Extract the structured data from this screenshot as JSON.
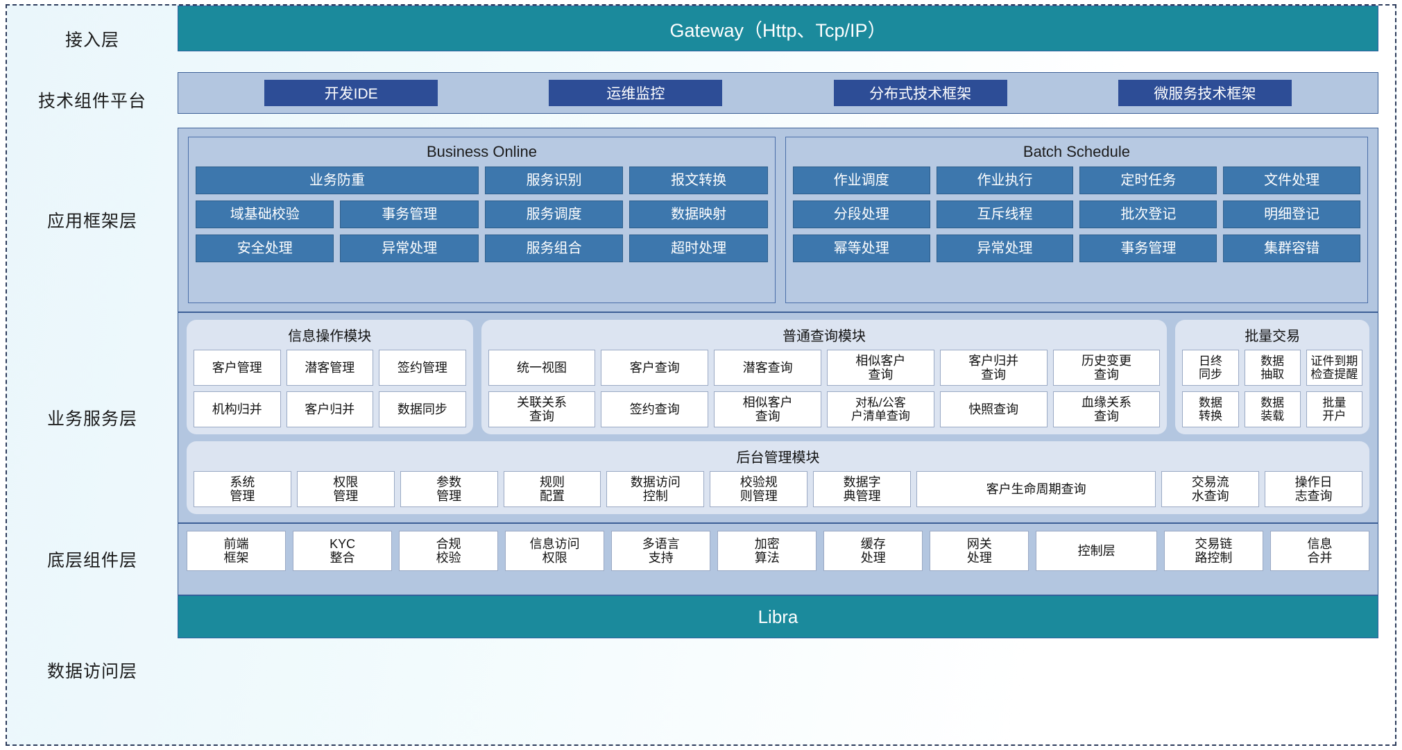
{
  "layers": {
    "access": {
      "label": "接入层",
      "bar": "Gateway（Http、Tcp/IP）"
    },
    "tech": {
      "label": "技术组件平台",
      "chips": [
        "开发IDE",
        "运维监控",
        "分布式技术框架",
        "微服务技术框架"
      ]
    },
    "app": {
      "label": "应用框架层",
      "online": {
        "title": "Business Online",
        "cells": [
          "业务防重",
          "服务识别",
          "报文转换",
          "域基础校验",
          "事务管理",
          "服务调度",
          "数据映射",
          "安全处理",
          "异常处理",
          "服务组合",
          "超时处理"
        ]
      },
      "batch": {
        "title": "Batch Schedule",
        "cells": [
          "作业调度",
          "作业执行",
          "定时任务",
          "文件处理",
          "分段处理",
          "互斥线程",
          "批次登记",
          "明细登记",
          "幂等处理",
          "异常处理",
          "事务管理",
          "集群容错"
        ]
      }
    },
    "service": {
      "label": "业务服务层",
      "info": {
        "title": "信息操作模块",
        "cells": [
          "客户管理",
          "潜客管理",
          "签约管理",
          "机构归并",
          "客户归并",
          "数据同步"
        ]
      },
      "query": {
        "title": "普通查询模块",
        "cells": [
          "统一视图",
          "客户查询",
          "潜客查询",
          "相似客户\n查询",
          "客户归并\n查询",
          "历史变更\n查询",
          "关联关系\n查询",
          "签约查询",
          "相似客户\n查询",
          "对私/公客\n户清单查询",
          "快照查询",
          "血缘关系\n查询"
        ]
      },
      "batch": {
        "title": "批量交易",
        "cells": [
          "日终\n同步",
          "数据\n抽取",
          "证件到期\n检查提醒",
          "数据\n转换",
          "数据\n装载",
          "批量\n开户"
        ]
      },
      "admin": {
        "title": "后台管理模块",
        "cells": [
          "系统\n管理",
          "权限\n管理",
          "参数\n管理",
          "规则\n配置",
          "数据访问\n控制",
          "校验规\n则管理",
          "数据字\n典管理",
          "客户生命周期查询",
          "交易流\n水查询",
          "操作日\n志查询"
        ]
      }
    },
    "base": {
      "label": "底层组件层",
      "cells": [
        "前端\n框架",
        "KYC\n整合",
        "合规\n校验",
        "信息访问\n权限",
        "多语言\n支持",
        "加密\n算法",
        "缓存\n处理",
        "网关\n处理",
        "控制层",
        "交易链\n路控制",
        "信息\n合并"
      ]
    },
    "data": {
      "label": "数据访问层",
      "bar": "Libra"
    }
  },
  "colors": {
    "teal": "#1b8a9c",
    "deep_blue": "#2d4d96",
    "band_blue": "#b3c6e0",
    "cell_blue": "#3d77ad",
    "panel_gray": "#dce4f1"
  }
}
